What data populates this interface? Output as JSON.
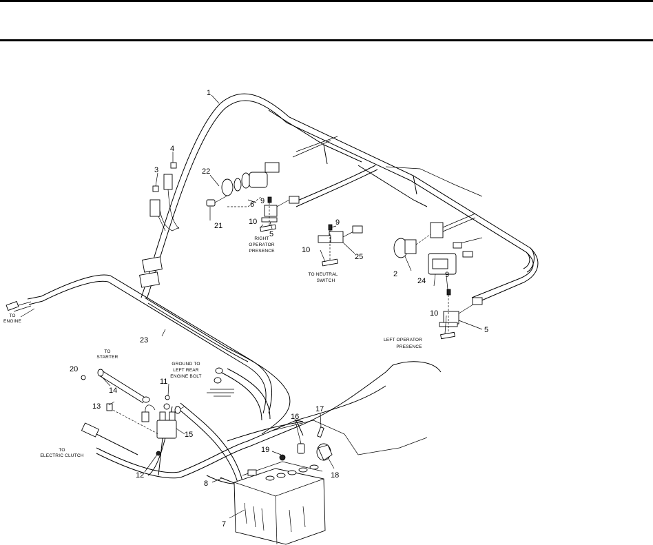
{
  "callouts": {
    "c1": "1",
    "c2": "2",
    "c3": "3",
    "c4": "4",
    "c5a": "5",
    "c5b": "5",
    "c6": "6",
    "c7": "7",
    "c8": "8",
    "c9a": "9",
    "c9b": "9",
    "c9c": "9",
    "c10a": "10",
    "c10b": "10",
    "c10c": "10",
    "c11": "11",
    "c12": "12",
    "c13": "13",
    "c14": "14",
    "c15": "15",
    "c16": "16",
    "c17": "17",
    "c18": "18",
    "c19": "19",
    "c20": "20",
    "c21": "21",
    "c22": "22",
    "c23": "23",
    "c24": "24",
    "c25": "25"
  },
  "captions": {
    "right_operator": [
      "RIGHT",
      "OPERATOR",
      "PRESENCE"
    ],
    "neutral": [
      "TO NEUTRAL",
      "SWITCH"
    ],
    "left_operator": [
      "LEFT OPERATOR",
      "PRESENCE"
    ],
    "engine": [
      "TO",
      "ENGINE"
    ],
    "starter": [
      "TO",
      "STARTER"
    ],
    "ground": [
      "GROUND TO",
      "LEFT REAR",
      "ENGINE BOLT"
    ],
    "clutch": [
      "TO",
      "ELECTRIC CLUTCH"
    ]
  }
}
